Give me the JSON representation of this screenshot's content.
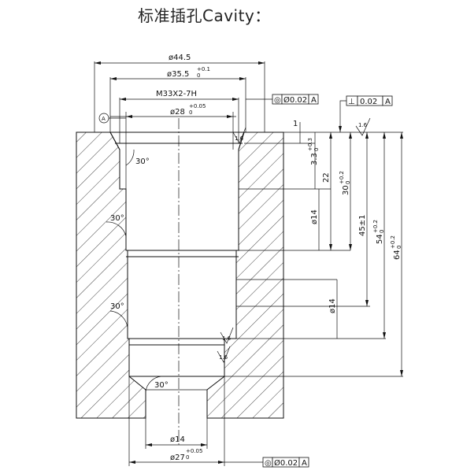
{
  "title": "标准插孔Cavity：",
  "datum": "A",
  "dims": {
    "d44_5": "ø44.5",
    "d35_5": "ø35.5",
    "d35_5_tol_up": "+0.1",
    "d35_5_tol_lo": "0",
    "m33": "M33X2-7H",
    "d28": "ø28",
    "d28_tol_up": "+0.05",
    "d28_tol_lo": "0",
    "d14_mid": "ø14",
    "d14_lower": "ø14",
    "d14_bottom": "ø14",
    "d27": "ø27",
    "d27_tol_up": "+0.05",
    "d27_tol_lo": "0",
    "v1": "1",
    "v3_3": "3.3",
    "v3_3_tol_up": "+0.3",
    "v3_3_tol_lo": "0",
    "v22": "22",
    "v30": "30",
    "v30_tol_up": "+0.2",
    "v30_tol_lo": "0",
    "v45": "45±1",
    "v54": "54",
    "v54_tol_up": "+0.2",
    "v54_tol_lo": "0",
    "v64": "64",
    "v64_tol_up": "+0.2",
    "v64_tol_lo": "0",
    "a30_1": "30°",
    "a30_2": "30°",
    "a30_3": "30°",
    "a30_4": "30°",
    "rough1": "1.6",
    "rough2": "1.6",
    "rough3": "1.6",
    "rough4": "1.6"
  },
  "tolerances": {
    "conc_top": {
      "symbol": "◎",
      "value": "Ø0.02",
      "datum": "A"
    },
    "perp_top": {
      "symbol": "⊥",
      "value": "0.02",
      "datum": "A"
    },
    "conc_bottom": {
      "symbol": "◎",
      "value": "Ø0.02",
      "datum": "A"
    }
  }
}
